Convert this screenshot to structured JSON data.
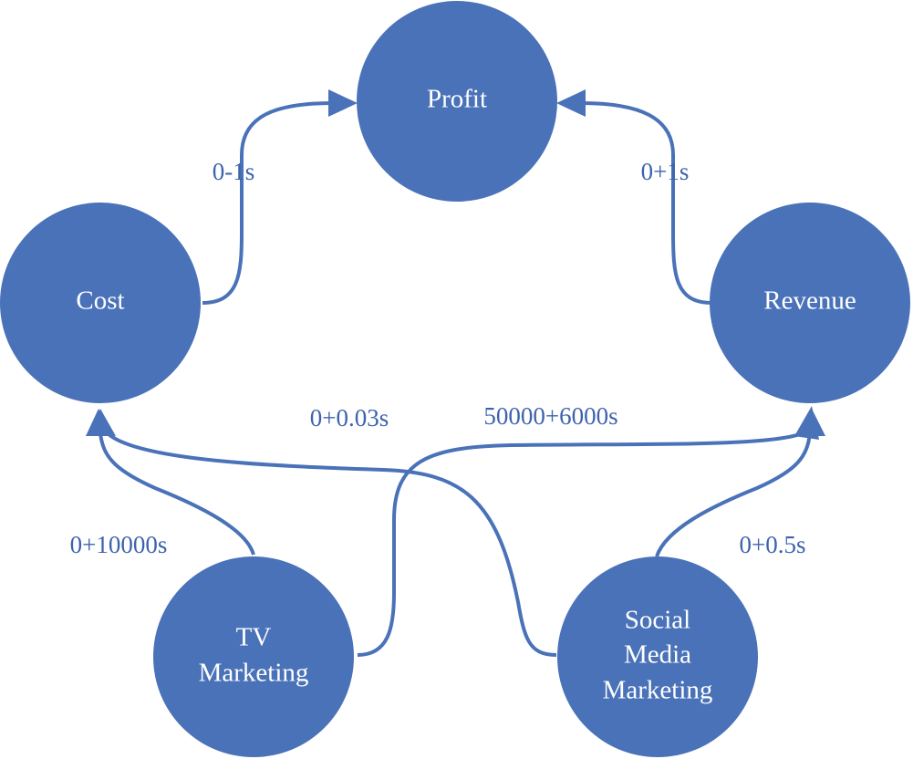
{
  "colors": {
    "node_fill": "#4a72b8",
    "edge": "#4a72b8",
    "node_text": "#ffffff",
    "edge_label": "#3d63ad"
  },
  "nodes": {
    "profit": {
      "label": "Profit"
    },
    "cost": {
      "label": "Cost"
    },
    "revenue": {
      "label": "Revenue"
    },
    "tv_marketing": {
      "lines": [
        "TV",
        "Marketing"
      ]
    },
    "social_media_marketing": {
      "lines": [
        "Social",
        "Media",
        "Marketing"
      ]
    }
  },
  "edges": {
    "cost_to_profit": {
      "from": "Cost",
      "to": "Profit",
      "label": "0-1s"
    },
    "revenue_to_profit": {
      "from": "Revenue",
      "to": "Profit",
      "label": "0+1s"
    },
    "social_to_cost": {
      "from": "Social Media Marketing",
      "to": "Cost",
      "label": "0+0.03s"
    },
    "tv_to_revenue": {
      "from": "TV Marketing",
      "to": "Revenue",
      "label": "50000+6000s"
    },
    "tv_to_cost": {
      "from": "TV Marketing",
      "to": "Cost",
      "label": "0+10000s"
    },
    "social_to_revenue": {
      "from": "Social Media Marketing",
      "to": "Revenue",
      "label": "0+0.5s"
    }
  }
}
